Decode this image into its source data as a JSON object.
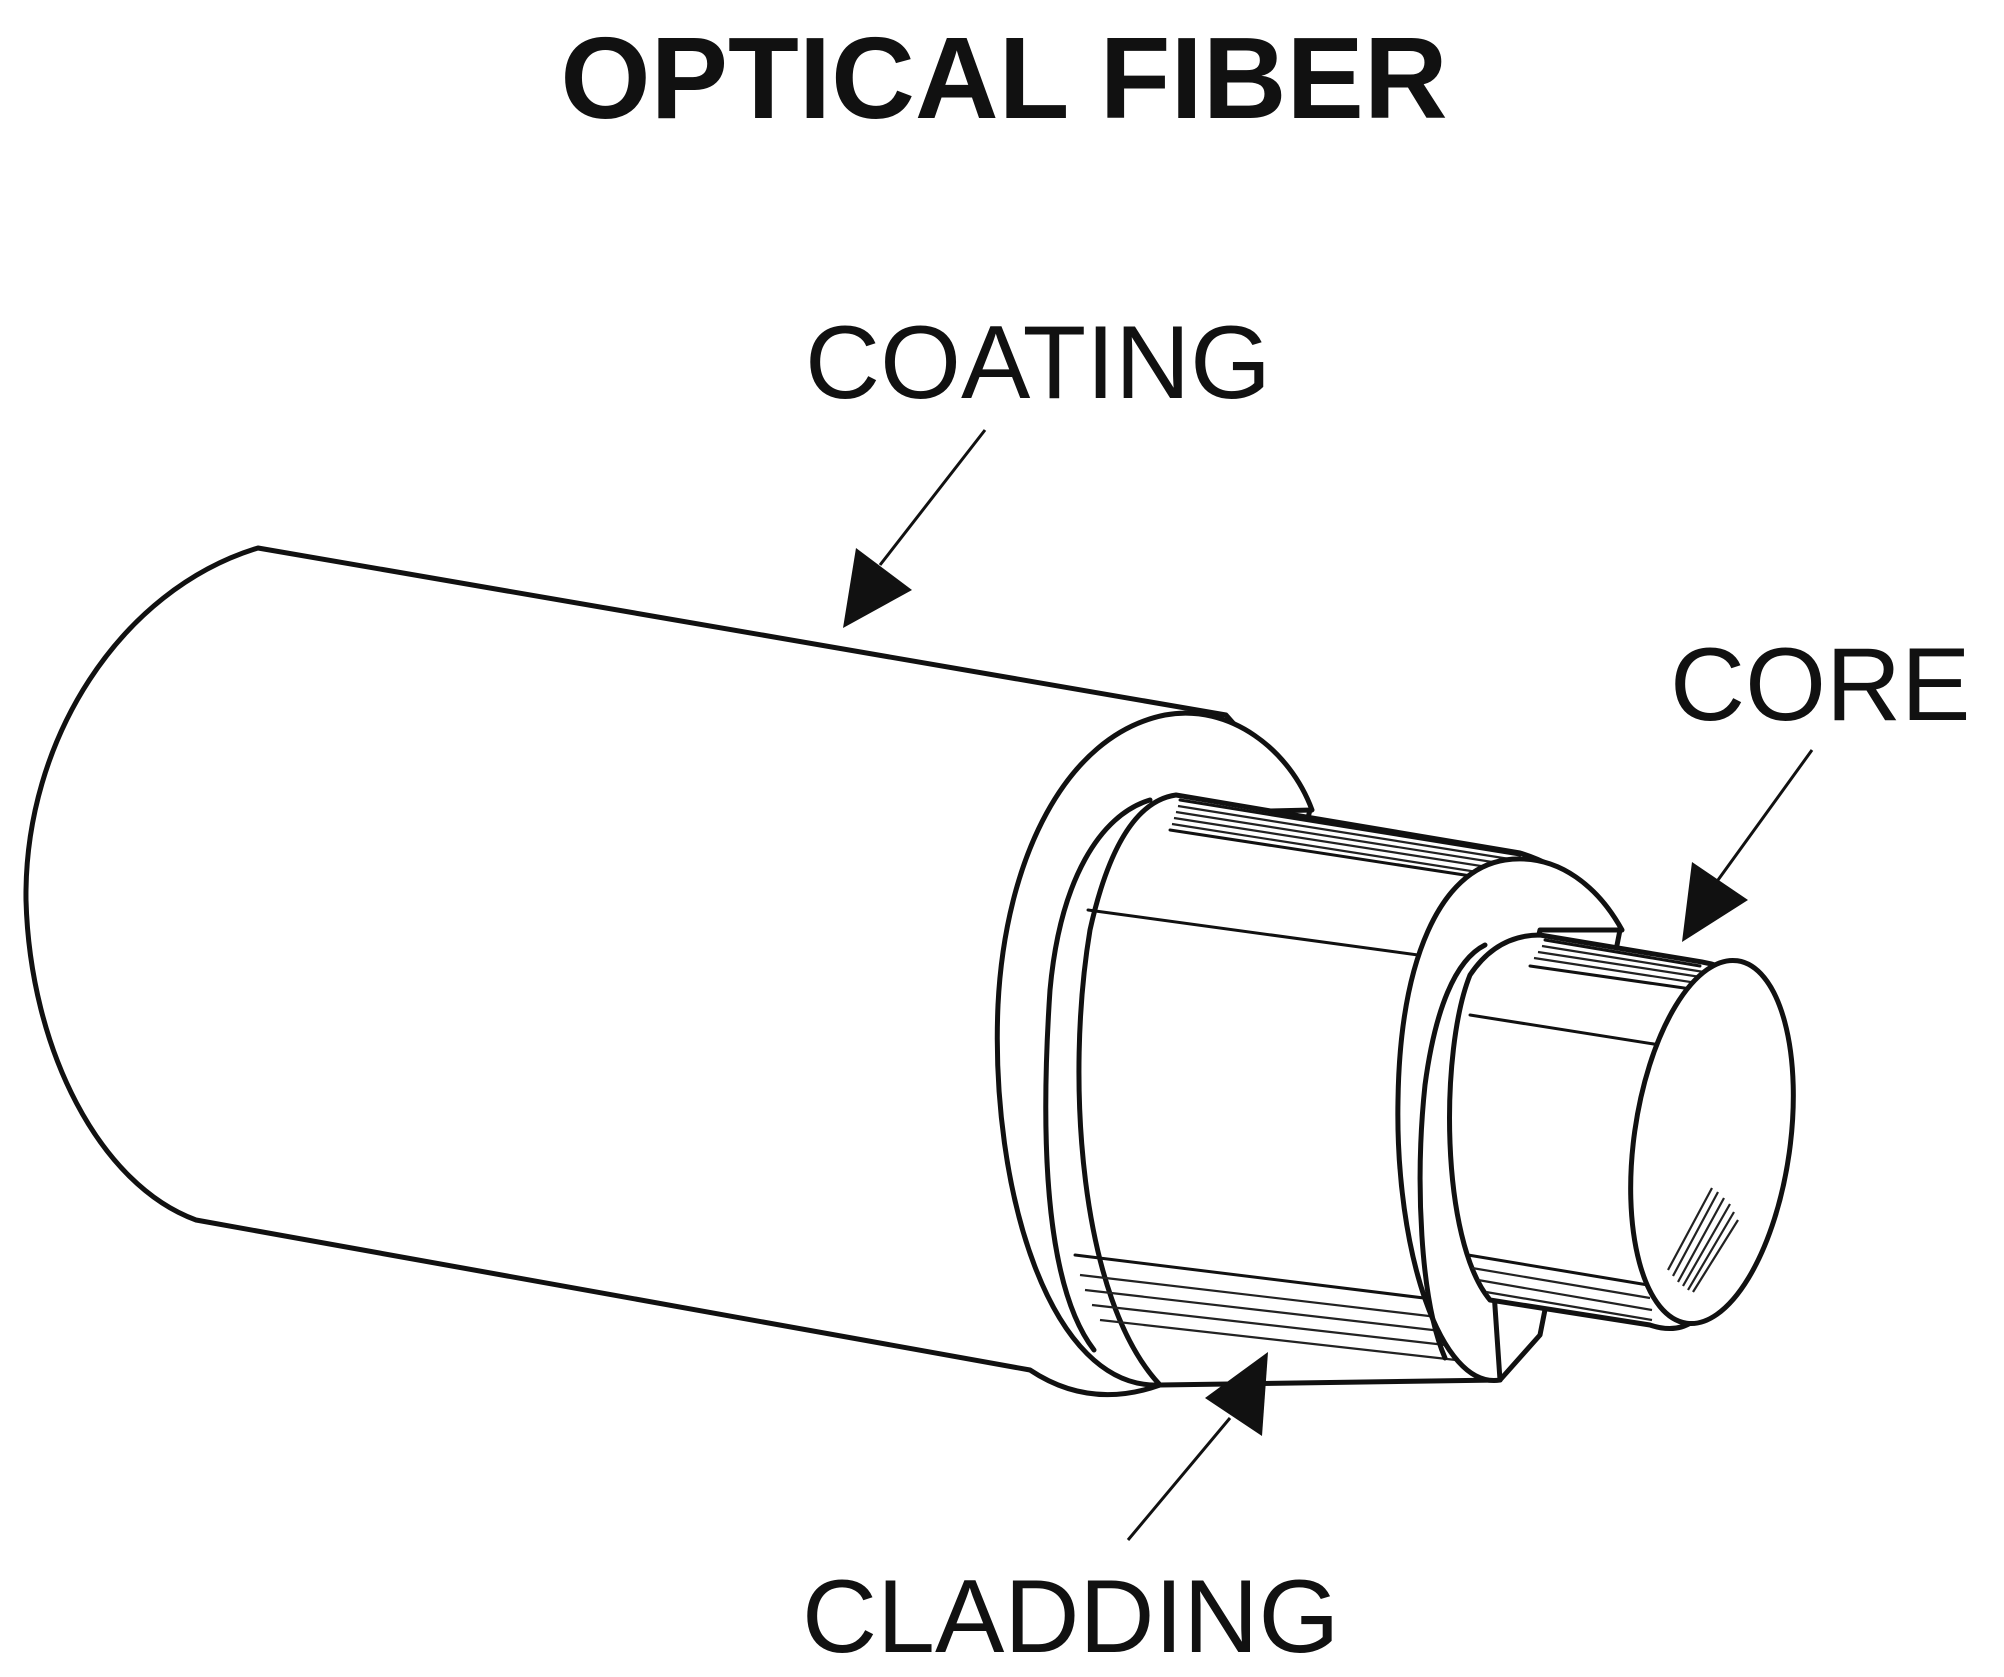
{
  "title": "OPTICAL FIBER",
  "labels": {
    "coating": "COATING",
    "core": "CORE",
    "cladding": "CLADDING"
  },
  "colors": {
    "ink": "#111111",
    "background": "#ffffff"
  }
}
